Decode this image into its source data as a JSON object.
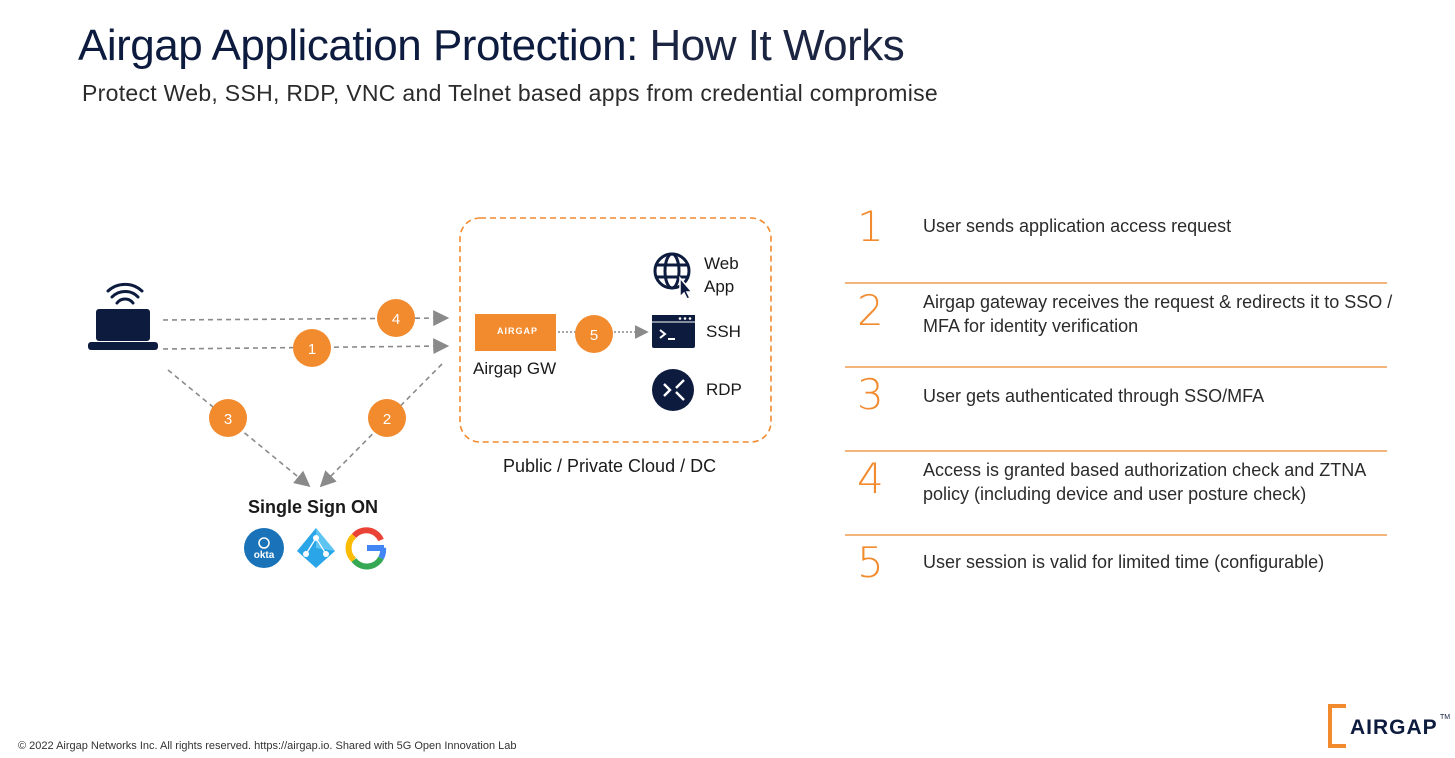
{
  "title": {
    "bold": "Airgap Application Protection:",
    "light": "How It Works"
  },
  "subtitle": "Protect Web, SSH, RDP, VNC and Telnet based apps from credential compromise",
  "diagram": {
    "cloud_label": "Public / Private Cloud / DC",
    "gateway_logo_text": "AIRGAP",
    "gateway_label": "Airgap GW",
    "sso_label": "Single Sign ON",
    "sso_providers": {
      "okta": "okta"
    },
    "apps": {
      "web": "Web App",
      "ssh": "SSH",
      "rdp": "RDP"
    },
    "badges": [
      "1",
      "2",
      "3",
      "4",
      "5"
    ]
  },
  "steps": [
    {
      "num": "1",
      "text": "User sends application access request"
    },
    {
      "num": "2",
      "text": "Airgap gateway receives the request & redirects it to SSO / MFA for identity verification"
    },
    {
      "num": "3",
      "text": "User gets authenticated through SSO/MFA"
    },
    {
      "num": "4",
      "text": "Access is granted based authorization check and ZTNA policy (including device and user posture check)"
    },
    {
      "num": "5",
      "text": "User session is valid for limited time (configurable)"
    }
  ],
  "footer": "© 2022 Airgap Networks Inc. All rights reserved. https://airgap.io. Shared with 5G Open Innovation Lab",
  "logo": {
    "word": "AIRGAP",
    "tm": "TM"
  },
  "colors": {
    "accent": "#f28a2e",
    "navy": "#0d1b3e",
    "divider": "#f2b57c"
  }
}
